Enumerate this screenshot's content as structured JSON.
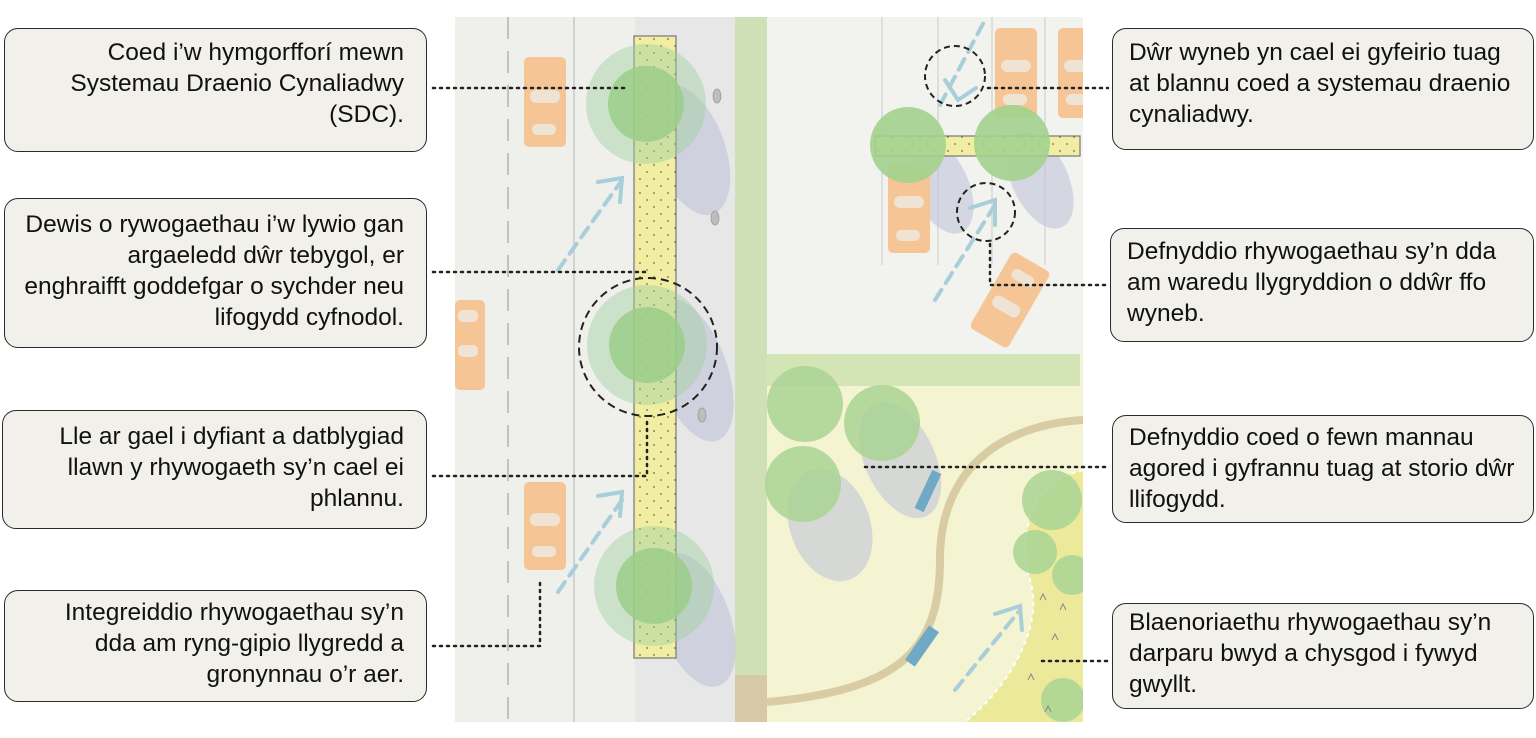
{
  "annotations_left": [
    {
      "text": "Coed i’w hymgorfforí mewn Systemau Draenio Cynaliadwy (SDC)."
    },
    {
      "text": "Dewis o rywogaethau i’w lywio gan argaeledd dŵr tebygol, er enghraifft goddefgar o sychder neu lifogydd cyfnodol."
    },
    {
      "text": "Lle ar gael i dyfiant a datblygiad llawn y rhywogaeth sy’n cael ei phlannu."
    },
    {
      "text": "Integreiddio rhywogaethau sy’n dda am ryng-gipio llygredd a gronynnau o’r aer."
    }
  ],
  "annotations_right": [
    {
      "text": "Dŵr wyneb yn cael ei gyfeirio tuag at blannu coed a systemau draenio cynaliadwy."
    },
    {
      "text": "Defnyddio rhywogaethau sy’n dda am waredu llygryddion o ddŵr ffo wyneb."
    },
    {
      "text": "Defnyddio coed o fewn mannau agored i gyfrannu tuag at storio dŵr llifogydd."
    },
    {
      "text": "Blaenoriaethu rhywogaethau sy’n darparu bwyd a chysgod i fywyd gwyllt."
    }
  ],
  "colors": {
    "road": "#efefec",
    "pavement": "#e6e6e6",
    "swale": "#f1eea3",
    "tree_canopy": "#9ccd8a",
    "tree_shadow": "#b9bfd6",
    "car": "#f5c596",
    "water_arrow": "#9fcbd6",
    "open_space": "#f3f2cf",
    "path": "#d4c79e",
    "callout_bg": "#f1f0ea"
  }
}
